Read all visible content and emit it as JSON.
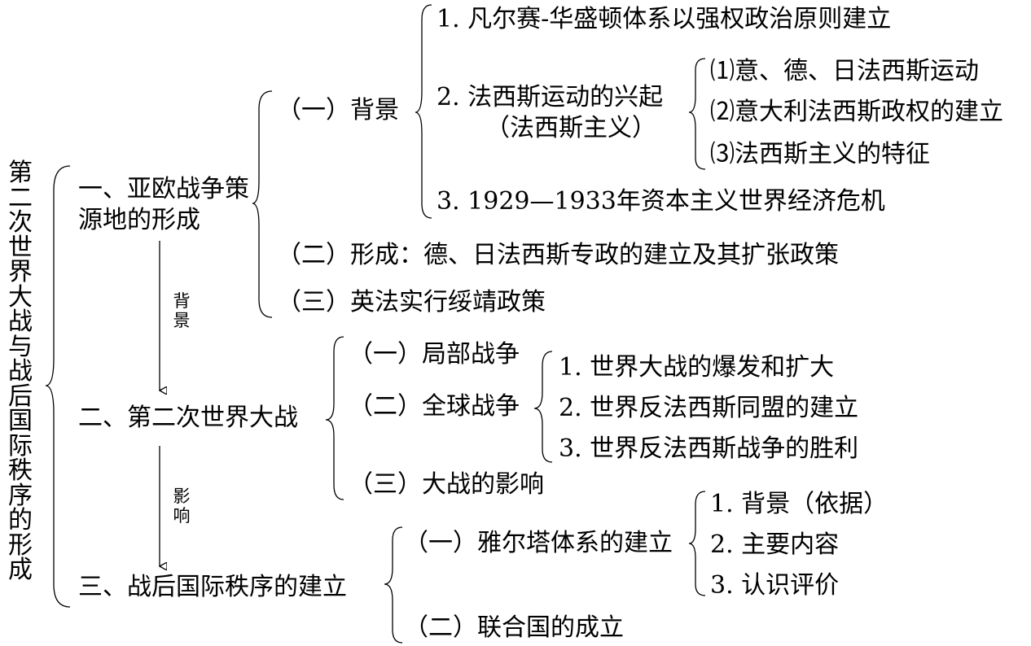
{
  "title": "第二次世界大战与战后国际秩序的形成",
  "section1": {
    "title": "一、亚欧战争策源地的形成",
    "background": {
      "label": "（一）背景",
      "item1": "1. 凡尔赛-华盛顿体系以强权政治原则建立",
      "item2_line1": "2. 法西斯运动的兴起",
      "item2_line2": "（法西斯主义）",
      "sub1": "⑴意、德、日法西斯运动",
      "sub2": "⑵意大利法西斯政权的建立",
      "sub3": "⑶法西斯主义的特征",
      "item3": "3. 1929—1933年资本主义世界经济危机"
    },
    "formation": "（二）形成：德、日法西斯专政的建立及其扩张政策",
    "appeasement": "（三）英法实行绥靖政策"
  },
  "arrow1_label": "背景",
  "section2": {
    "title": "二、第二次世界大战",
    "local_war": "（一）局部战争",
    "global_war": "（二）全球战争",
    "gw1": "1. 世界大战的爆发和扩大",
    "gw2": "2. 世界反法西斯同盟的建立",
    "gw3": "3. 世界反法西斯战争的胜利",
    "impact": "（三）大战的影响"
  },
  "arrow2_label": "影响",
  "section3": {
    "title": "三、战后国际秩序的建立",
    "yalta": "（一）雅尔塔体系的建立",
    "y1": "1. 背景（依据）",
    "y2": "2. 主要内容",
    "y3": "3. 认识评价",
    "un": "（二）联合国的成立"
  }
}
